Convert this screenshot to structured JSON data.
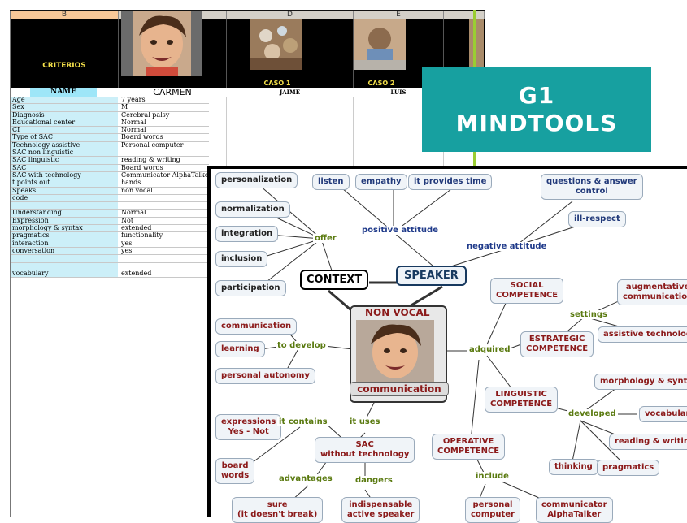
{
  "spreadsheet": {
    "columns": [
      {
        "letter": "B",
        "selected": true
      },
      {
        "letter": "",
        "selected": false
      },
      {
        "letter": "D",
        "selected": false
      },
      {
        "letter": "E",
        "selected": false
      },
      {
        "letter": "",
        "selected": false
      }
    ],
    "criterios_label": "CRITERIOS",
    "caso1": "CASO 1",
    "caso2": "CASO 2",
    "name_header": "NAME",
    "names": [
      "CARMEN",
      "JAIME",
      "LUIS"
    ],
    "rows": [
      {
        "label": "Age",
        "value": "7 years"
      },
      {
        "label": "Sex",
        "value": "M"
      },
      {
        "label": "Diagnosis",
        "value": "Cerebral palsy"
      },
      {
        "label": "Educational center",
        "value": "Normal"
      },
      {
        "label": "CI",
        "value": "Normal"
      },
      {
        "label": "Type  of SAC",
        "value": "Board words"
      },
      {
        "label": "Technology assistive",
        "value": "Personal computer"
      },
      {
        "label": " SAC non linguistic",
        "value": ""
      },
      {
        "label": "SAC linguistic",
        "value": "reading & writing"
      },
      {
        "label": "SAC",
        "value": "Board words"
      },
      {
        "label": "SAC with technology",
        "value": "Communicator AlphaTalker"
      },
      {
        "label": "t points out",
        "value": "hands"
      },
      {
        "label": "Speaks",
        "value": "non vocal"
      },
      {
        "label": "code",
        "value": ""
      },
      {
        "label": "",
        "value": ""
      },
      {
        "label": "Understanding",
        "value": "Normal"
      },
      {
        "label": "Expression",
        "value": "Not"
      },
      {
        "label": "morphology & syntax",
        "value": "extended"
      },
      {
        "label": "pragmatics",
        "value": "functionality"
      },
      {
        "label": "interaction",
        "value": "yes"
      },
      {
        "label": "conversation",
        "value": "yes"
      },
      {
        "label": "",
        "value": ""
      },
      {
        "label": "",
        "value": ""
      },
      {
        "label": "vocabulary",
        "value": "extended"
      }
    ]
  },
  "title": {
    "line1": "G1",
    "line2": "MINDTOOLS"
  },
  "mindmap": {
    "context": "CONTEXT",
    "speaker": "SPEAKER",
    "center_top": "NON VOCAL",
    "center_bottom": "communication",
    "nodes": {
      "personalization": "personalization",
      "normalization": "normalization",
      "integration": "integration",
      "inclusion": "inclusion",
      "participation": "participation",
      "listen": "listen",
      "empathy": "empathy",
      "provides_time": "it provides time",
      "questions_1": "questions & answer",
      "questions_2": "control",
      "ill_respect": "ill-respect",
      "social_1": "SOCIAL",
      "social_2": "COMPETENCE",
      "augmentative_1": "augmentative",
      "augmentative_2": "communication",
      "assistive_tech": "assistive technology",
      "estrategic_1": "ESTRATEGIC",
      "estrategic_2": "COMPETENCE",
      "communication": "communication",
      "learning": "learning",
      "personal_autonomy": "personal autonomy",
      "linguistic_1": "LINGUISTIC",
      "linguistic_2": "COMPETENCE",
      "morph_syntax": "morphology & syntax",
      "vocabulary": "vocabulary",
      "reading_writing": "reading & writing",
      "thinking": "thinking",
      "pragmatics": "pragmatics",
      "expressions_1": "expressions",
      "expressions_2": "Yes - Not",
      "sac_1": "SAC",
      "sac_2": "without technology",
      "operative_1": "OPERATIVE",
      "operative_2": "COMPETENCE",
      "board_1": "board",
      "board_2": "words",
      "sure_1": "sure",
      "sure_2": "(it doesn't break)",
      "indispensable_1": "indispensable",
      "indispensable_2": "active speaker",
      "personal_1": "personal",
      "personal_2": "computer",
      "communicator_1": "communicator",
      "communicator_2": "AlphaTalker"
    },
    "links": {
      "positive_attitude": "positive attitude",
      "negative_attitude": "negative attitude",
      "offer": "offer",
      "settings": "settings",
      "to_develop": "to develop",
      "adquired": "adquired",
      "developed": "developed",
      "it_contains": "it contains",
      "it_uses": "it uses",
      "advantages": "advantages",
      "dangers": "dangers",
      "include": "include"
    }
  }
}
